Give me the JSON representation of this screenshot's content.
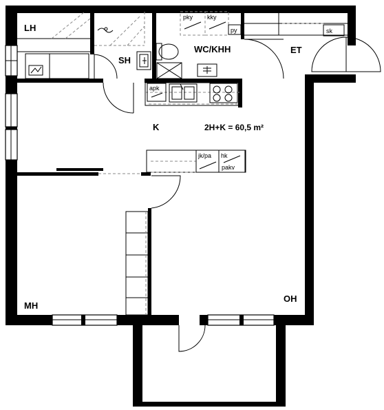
{
  "area_label": "2H+K = 60,5 m²",
  "rooms": {
    "lh": "LH",
    "sh": "SH",
    "wc_khh": "WC/KHH",
    "et": "ET",
    "k": "K",
    "mh": "MH",
    "oh": "OH"
  },
  "fixtures": {
    "pky": "pky",
    "kky": "kky",
    "py": "py",
    "sk": "sk",
    "apk": "apk",
    "jk_pa": "jk/pa",
    "hk": "hk",
    "pakv": "pakv"
  },
  "colors": {
    "wall": "#000000",
    "background": "#ffffff",
    "dashed_line": "#888888"
  }
}
